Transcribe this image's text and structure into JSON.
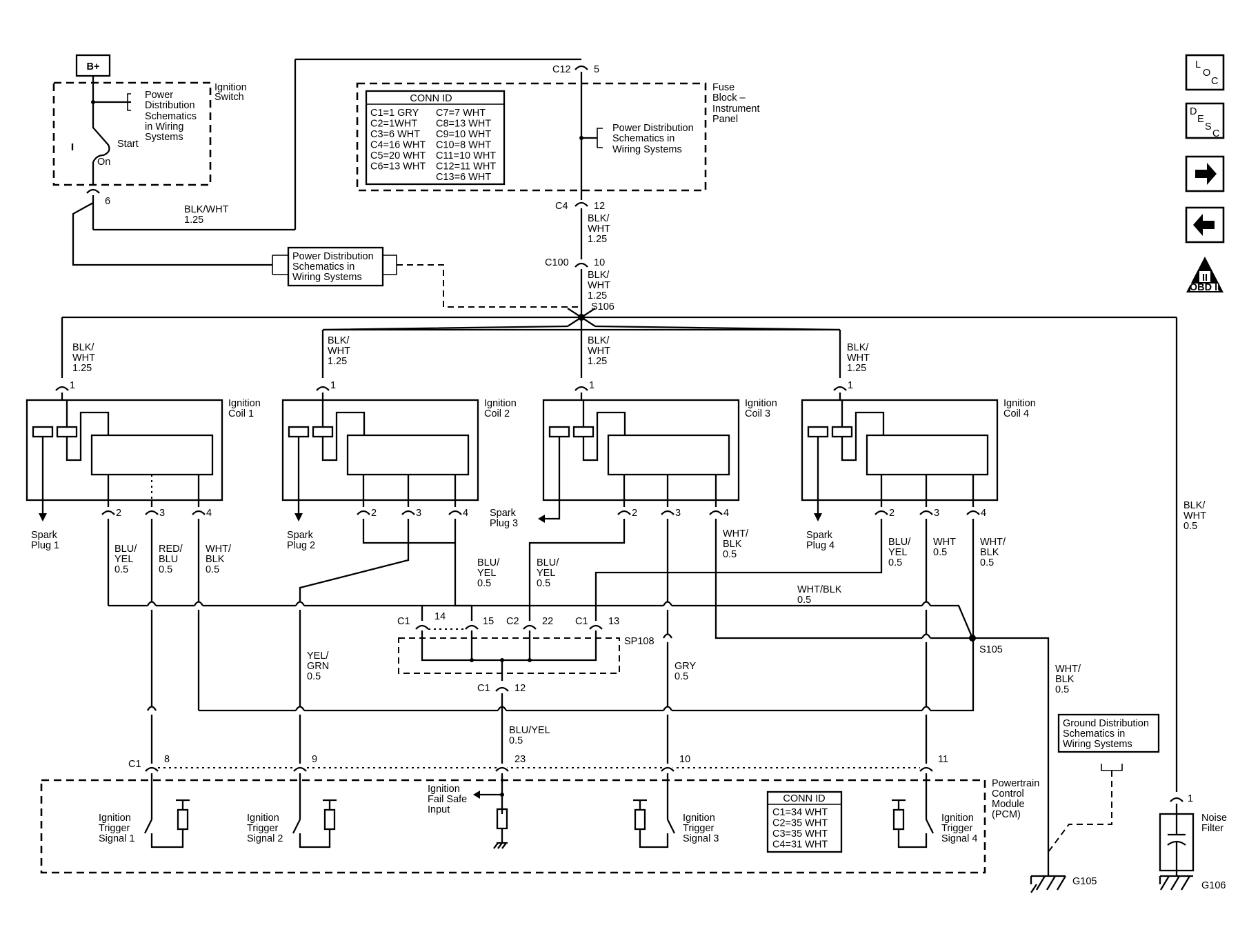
{
  "power": {
    "b_plus": "B+"
  },
  "ignition_switch": {
    "label_1": "Ignition",
    "label_2": "Switch",
    "start": "Start",
    "on": "On",
    "pin": "6"
  },
  "pds": {
    "l1": "Power",
    "l2": "Distribution",
    "l3": "Schematics",
    "l4": "in Wiring",
    "l5": "Systems"
  },
  "pds_mid": {
    "l1": "Power Distribution",
    "l2": "Schematics in",
    "l3": "Wiring Systems"
  },
  "pds_fuse": {
    "l1": "Power Distribution",
    "l2": "Schematics in",
    "l3": "Wiring  Systems"
  },
  "fuse_block": {
    "l1": "Fuse",
    "l2": "Block –",
    "l3": "Instrument",
    "l4": "Panel",
    "conn_title": "CONN ID",
    "col1": [
      "C1=1 GRY",
      "C2=1WHT",
      "C3=6 WHT",
      "C4=16 WHT",
      "C5=20 WHT",
      "C6=13 WHT"
    ],
    "col2": [
      "C7=7 WHT",
      "C8=13 WHT",
      "C9=10 WHT",
      "C10=8 WHT",
      "C11=10 WHT",
      "C12=11 WHT",
      "C13=6 WHT"
    ]
  },
  "connectors": {
    "c12": "C12",
    "c12_pin": "5",
    "c4": "C4",
    "c4_pin": "12",
    "c100": "C100",
    "c100_pin": "10",
    "s106": "S106",
    "s105": "S105",
    "sp108": "SP108",
    "c1_14": "C1",
    "pin_14": "14",
    "pin_15": "15",
    "c2": "C2",
    "pin_22": "22",
    "c1_13": "C1",
    "pin_13": "13",
    "c1_12": "C1",
    "pin_12": "12",
    "c1_pcm": "C1",
    "pcm_8": "8",
    "pcm_9": "9",
    "pcm_23": "23",
    "pcm_10": "10",
    "pcm_11": "11"
  },
  "wire_labels": {
    "blk": "BLK/",
    "wht": "WHT",
    "blkwht": "BLK/WHT",
    "v125": "1.25",
    "v05": "0.5",
    "blu": "BLU/",
    "yel": "YEL",
    "red": "RED/",
    "bluc": "BLU",
    "whts": "WHT/",
    "blkc": "BLK",
    "gry": "GRY",
    "yels": "YEL/",
    "grn": "GRN",
    "bluyel": "BLU/YEL",
    "whtblk": "WHT/BLK",
    "whtc": "WHT"
  },
  "coils": [
    {
      "l1": "Ignition",
      "l2": "Coil 1",
      "p1": "1",
      "p2": "2",
      "p3": "3",
      "p4": "4",
      "s1": "Spark",
      "s2": "Plug 1"
    },
    {
      "l1": "Ignition",
      "l2": "Coil 2",
      "p1": "1",
      "p2": "2",
      "p3": "3",
      "p4": "4",
      "s1": "Spark",
      "s2": "Plug 2"
    },
    {
      "l1": "Ignition",
      "l2": "Coil 3",
      "p1": "1",
      "p2": "2",
      "p3": "3",
      "p4": "4",
      "s1": "Spark",
      "s2": "Plug 3"
    },
    {
      "l1": "Ignition",
      "l2": "Coil 4",
      "p1": "1",
      "p2": "2",
      "p3": "3",
      "p4": "4",
      "s1": "Spark",
      "s2": "Plug 4"
    }
  ],
  "pcm": {
    "l1": "Powertrain",
    "l2": "Control",
    "l3": "Module",
    "l4": "(PCM)",
    "conn_title": "CONN ID",
    "conn": [
      "C1=34 WHT",
      "C2=35 WHT",
      "C3=35 WHT",
      "C4=31 WHT"
    ],
    "fail1": "Ignition",
    "fail2": "Fail Safe",
    "fail3": "Input",
    "trig1": "Ignition",
    "trig2": "Trigger",
    "sig1": "Signal 1",
    "sig2": "Signal 2",
    "sig3": "Signal 3",
    "sig4": "Signal 4"
  },
  "ground": {
    "l1": "Ground Distribution",
    "l2": "Schematics in",
    "l3": "Wiring Systems",
    "g105": "G105",
    "g106": "G106"
  },
  "noise": {
    "l1": "Noise",
    "l2": "Filter",
    "pin": "1"
  },
  "nav": {
    "loc_l": "L",
    "loc_o": "O",
    "loc_c": "C",
    "desc_d": "D",
    "desc_e": "E",
    "desc_s": "S",
    "desc_c": "C",
    "obd": "OBD II",
    "obd_num": "II"
  }
}
